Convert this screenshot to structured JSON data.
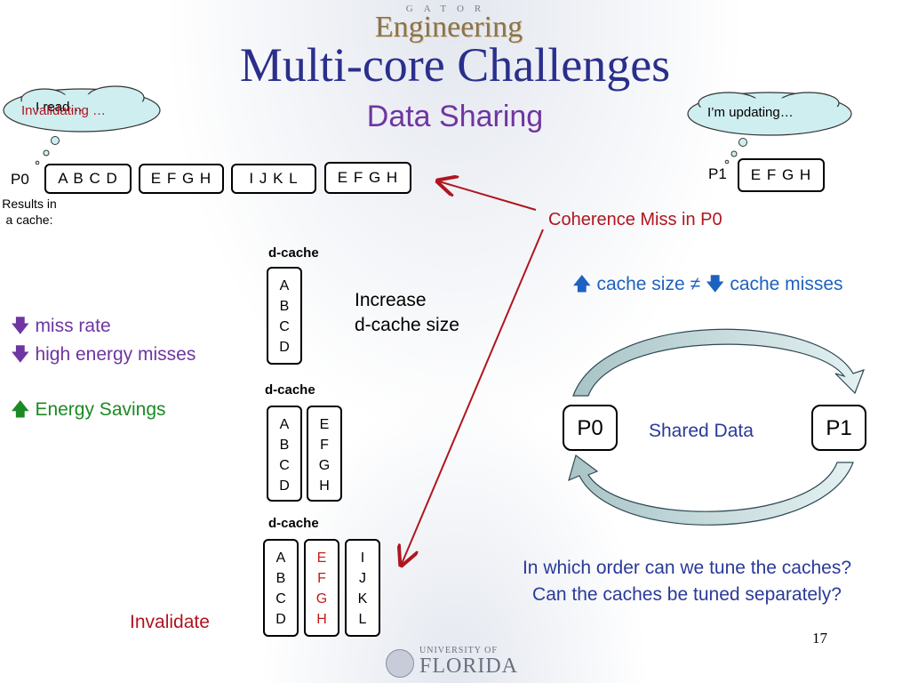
{
  "header": {
    "logo_small": "GATOR",
    "logo_big": "Engineering"
  },
  "slide": {
    "title": "Multi-core Challenges",
    "subtitle": "Data Sharing",
    "page_number": "17"
  },
  "clouds": {
    "left_text_1": "I read…",
    "left_text_2": "Invalidating …",
    "right_text": "I’m updating…"
  },
  "p0_row": {
    "label": "P0",
    "boxes": [
      "A B C D",
      "E F G H",
      "I J K L",
      "E F G H"
    ]
  },
  "p1_row": {
    "label": "P1",
    "box": "E F G H"
  },
  "results_label": "Results in a cache:",
  "coherence_label": "Coherence Miss in P0",
  "dcache_label": "d-cache",
  "caches": {
    "c1": [
      [
        "A",
        "B",
        "C",
        "D"
      ]
    ],
    "c2": [
      [
        "A",
        "B",
        "C",
        "D"
      ],
      [
        "E",
        "F",
        "G",
        "H"
      ]
    ],
    "c3": [
      [
        "A",
        "B",
        "C",
        "D"
      ],
      [
        "E",
        "F",
        "G",
        "H"
      ],
      [
        "I",
        "J",
        "K",
        "L"
      ]
    ]
  },
  "increase": {
    "line1": "Increase",
    "line2": "d-cache size"
  },
  "left_notes": {
    "miss_rate": "miss rate",
    "high_energy": "high energy misses",
    "energy_savings": "Energy Savings"
  },
  "invalidate_label": "Invalidate",
  "right_note": {
    "cache_size": "cache size",
    "neq": "≠",
    "cache_misses": "cache misses"
  },
  "diagram": {
    "p0": "P0",
    "p1": "P1",
    "shared": "Shared Data"
  },
  "questions": {
    "q1": "In which order can we tune the caches?",
    "q2": "Can the caches be tuned separately?"
  },
  "footer": {
    "university_small": "UNIVERSITY OF",
    "university_big": "FLORIDA"
  },
  "colors": {
    "title": "#2a2f8c",
    "purple": "#6f35a1",
    "red": "#b0151f",
    "blue": "#1e62c0",
    "green": "#1b8a24",
    "cloud": "#cfeef0"
  }
}
